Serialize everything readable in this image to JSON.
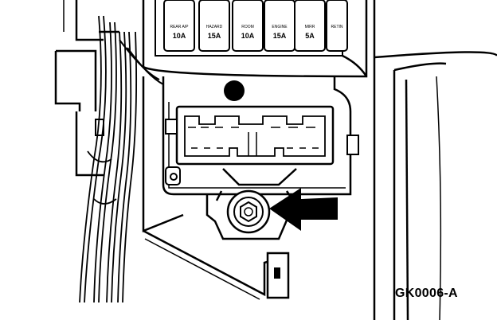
{
  "figure": {
    "code": "GK0006-A"
  },
  "fuses": [
    {
      "label": "REAR A/P",
      "rating": "10A"
    },
    {
      "label": "HAZARD",
      "rating": "15A"
    },
    {
      "label": "ROOM",
      "rating": "10A"
    },
    {
      "label": "ENGINE",
      "rating": "15A"
    },
    {
      "label": "MIRR",
      "rating": "5A"
    },
    {
      "label": "RETIN",
      "rating": ""
    }
  ],
  "colors": {
    "line": "#000000",
    "background": "#ffffff"
  },
  "icons": [
    "arrow-pointer",
    "hex-bolt",
    "mounting-hole"
  ]
}
